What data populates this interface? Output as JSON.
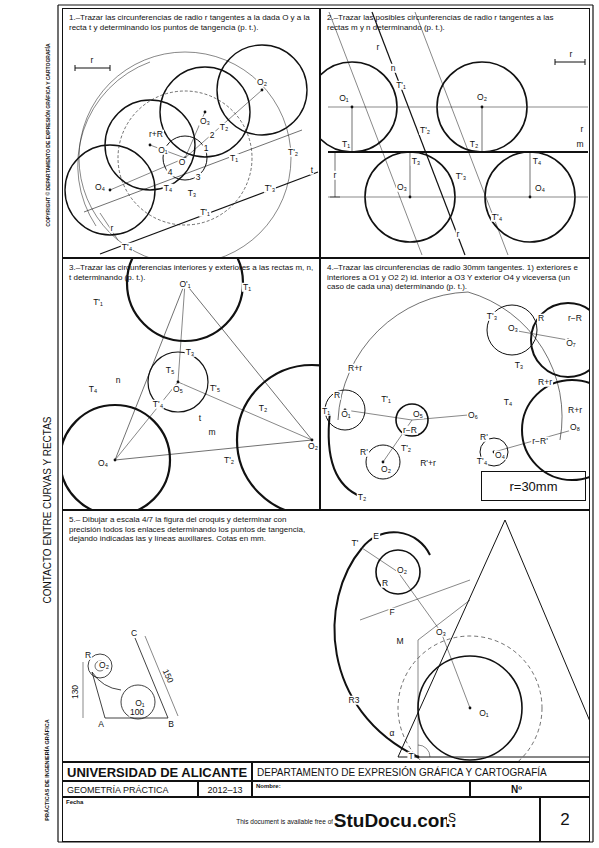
{
  "diagram": {
    "nodes": [
      {
        "text": [
          "1.–Trazar las circunferencias de radio r tangentes a la dada O y a la recta t y determinando los puntos de tangencia (p. t.)."
        ]
      },
      {
        "text": [
          "2.–Trazar las posibles circunferencias de radio r tangentes a las rectas m y n determinando (p. t.)."
        ]
      },
      {
        "text": [
          "3.–Trazar las circunferencias interiores y exteriores a las rectas m, n, t determinando (p. t.)."
        ]
      },
      {
        "text": [
          "4.–Trazar las circunferencias de radio 30mm tangentes. 1) exteriores e interiores a O1 y O2 2) id. interior a O3 Y exterior O4 y viceversa (un caso de cada una) determinando (p. t.)."
        ]
      },
      {
        "text": [
          "r=30mm"
        ],
        "in": 3
      },
      {
        "text": [
          "5.– Dibujar a escala 4/7 la figura del croquis y determinar con precisión todos los enlaces determinando los puntos de tangencia, dejando indicadas las y líneas auxiliares. Cotas en mm."
        ]
      },
      {
        "text": [
          "UNIVERSIDAD DE ALICANTE"
        ]
      },
      {
        "text": [
          "DEPARTAMENTO DE EXPRESIÓN GRÁFICA Y CARTOGRAFÍA"
        ]
      },
      {
        "text": [
          "GEOMETRÍA PRÁCTICA"
        ]
      },
      {
        "text": [
          "2012–13"
        ]
      },
      {
        "text": [
          "Nombre:"
        ]
      },
      {
        "text": [
          "Nº"
        ]
      },
      {
        "text": [
          "Fecha"
        ]
      },
      {
        "text": [
          "2"
        ]
      }
    ],
    "labels": [
      "COPYRIGHT © DEPARTAMENTO DE EXPRESIÓN GRÁFICA Y CARTOGRAFÍA",
      "CONTACTO ENTRE CURVAS Y RECTAS",
      "PRÁCTICAS DE INGENIERÍA GRÁFICA",
      "r",
      "r+R",
      "O",
      "O₁",
      "O₂",
      "O₃",
      "O₄",
      "1",
      "2",
      "3",
      "4",
      "T₁",
      "T'₁",
      "T₂",
      "T'₂",
      "T₃",
      "T'₃",
      "T₄",
      "T'₄",
      "t",
      "r",
      "r",
      "r",
      "n",
      "O₁",
      "O₂",
      "T'₁",
      "T₁",
      "T'₂",
      "T₂",
      "m",
      "r",
      "T₃",
      "T₄",
      "O₃",
      "T'₃",
      "O₄",
      "r",
      "T'₄",
      "r",
      "O'₁",
      "T₁",
      "T'₁",
      "T₃",
      "T₅",
      "O₅",
      "T'₅",
      "T₄",
      "n",
      "T'₄",
      "T₂",
      "O₂",
      "O₄",
      "m",
      "T'₂",
      "t",
      "R+r",
      "R",
      "T₁",
      "O₁",
      "T'₁",
      "O₅",
      "r−R",
      "O₆",
      "T'₂",
      "R'+r",
      "R'",
      "O₂",
      "T₂",
      "T'₃",
      "O₃",
      "R",
      "r−R",
      "O₇",
      "T₃",
      "R+r",
      "R+r",
      "T₄",
      "R'",
      "O₄",
      "T'₄",
      "O₈",
      "r−R'",
      "C",
      "150",
      "R",
      "O₂",
      "130",
      "O₁",
      "A",
      "100",
      "B",
      "T'",
      "E",
      "O₂",
      "R",
      "F",
      "M",
      "O₃",
      "R3",
      "α",
      "T",
      "O₁",
      "This document is available free of charge on",
      "StuDocu.com",
      "S"
    ]
  }
}
